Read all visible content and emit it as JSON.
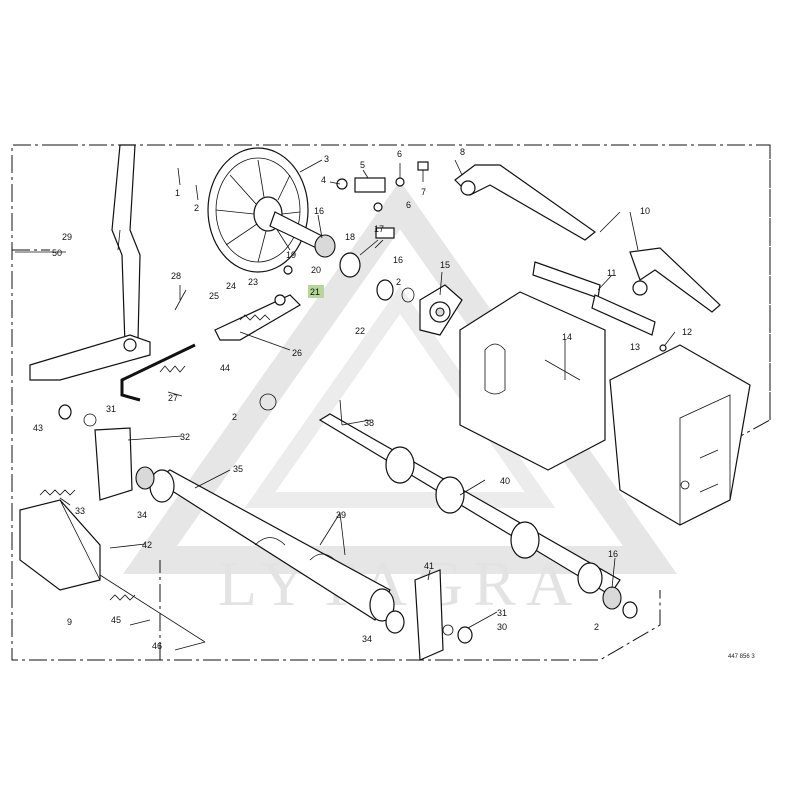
{
  "diagram": {
    "watermark": "LYTAGRA",
    "reference_code": "447 856 3",
    "highlighted_part": "21",
    "highlight_color": "#b5d89a",
    "callouts": [
      {
        "id": "c1",
        "label": "1"
      },
      {
        "id": "c2a",
        "label": "2"
      },
      {
        "id": "c3",
        "label": "3"
      },
      {
        "id": "c4",
        "label": "4"
      },
      {
        "id": "c5",
        "label": "5"
      },
      {
        "id": "c6a",
        "label": "6"
      },
      {
        "id": "c6b",
        "label": "6"
      },
      {
        "id": "c7",
        "label": "7"
      },
      {
        "id": "c8",
        "label": "8"
      },
      {
        "id": "c10",
        "label": "10"
      },
      {
        "id": "c11",
        "label": "11"
      },
      {
        "id": "c12",
        "label": "12"
      },
      {
        "id": "c13",
        "label": "13"
      },
      {
        "id": "c14",
        "label": "14"
      },
      {
        "id": "c15",
        "label": "15"
      },
      {
        "id": "c16a",
        "label": "16"
      },
      {
        "id": "c16b",
        "label": "16"
      },
      {
        "id": "c16c",
        "label": "16"
      },
      {
        "id": "c17",
        "label": "17"
      },
      {
        "id": "c18",
        "label": "18"
      },
      {
        "id": "c19",
        "label": "19"
      },
      {
        "id": "c20",
        "label": "20"
      },
      {
        "id": "c21",
        "label": "21"
      },
      {
        "id": "c22",
        "label": "22"
      },
      {
        "id": "c23",
        "label": "23"
      },
      {
        "id": "c24",
        "label": "24"
      },
      {
        "id": "c25",
        "label": "25"
      },
      {
        "id": "c26",
        "label": "26"
      },
      {
        "id": "c27",
        "label": "27"
      },
      {
        "id": "c28",
        "label": "28"
      },
      {
        "id": "c29",
        "label": "29"
      },
      {
        "id": "c2b",
        "label": "2"
      },
      {
        "id": "c2c",
        "label": "2"
      },
      {
        "id": "c2d",
        "label": "2"
      },
      {
        "id": "c31a",
        "label": "31"
      },
      {
        "id": "c31b",
        "label": "31"
      },
      {
        "id": "c30",
        "label": "30"
      },
      {
        "id": "c32",
        "label": "32"
      },
      {
        "id": "c33",
        "label": "33"
      },
      {
        "id": "c34a",
        "label": "34"
      },
      {
        "id": "c34b",
        "label": "34"
      },
      {
        "id": "c35",
        "label": "35"
      },
      {
        "id": "c38",
        "label": "38"
      },
      {
        "id": "c39",
        "label": "39"
      },
      {
        "id": "c40",
        "label": "40"
      },
      {
        "id": "c41",
        "label": "41"
      },
      {
        "id": "c42",
        "label": "42"
      },
      {
        "id": "c43",
        "label": "43"
      },
      {
        "id": "c44",
        "label": "44"
      },
      {
        "id": "c45",
        "label": "45"
      },
      {
        "id": "c46",
        "label": "46"
      },
      {
        "id": "c9",
        "label": "9"
      },
      {
        "id": "c50",
        "label": "50"
      }
    ]
  }
}
